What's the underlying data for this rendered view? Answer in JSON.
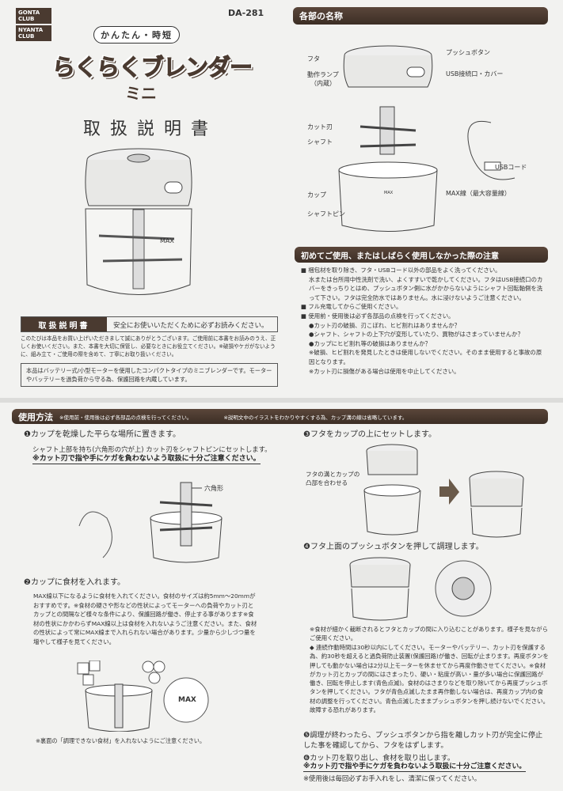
{
  "cover": {
    "logo1": "GONTA CLUB",
    "logo2": "NYANTA CLUB",
    "model": "DA-281",
    "tagline": "かんたん・時短",
    "product": "らくらくブレンダー",
    "product_sub": "ミニ",
    "doc_title": "取扱説明書",
    "max_label": "MAX",
    "manual_tag": "取扱説明書",
    "manual_note": "安全にお使いいただくために必ずお読みください。",
    "intro": "このたびは本品をお買い上げいただきまして誠にありがとうございます。ご使用前に本書をお読みのうえ、正しくお使いください。また、本書を大切に保管し、必要なときにお役立てください。※破損やケガがないように、組み立て・ご使用の際を含めて、丁寧にお取り扱いください。",
    "summary": "本品はバッテリー式/小型モーターを使用したコンパクトタイプのミニブレンダーです。モーターやバッテリーを過負荷から守る為、保護回路を内蔵しています。"
  },
  "parts": {
    "title": "各部の名称",
    "labels": {
      "lid": "フタ",
      "lamp": "動作ランプ",
      "lamp_sub": "（内蔵）",
      "button": "プッシュボタン",
      "usb_port": "USB接続口・カバー",
      "blade": "カット刃",
      "shaft": "シャフト",
      "usb_cord": "USBコード",
      "cup": "カップ",
      "max_line": "MAX線（最大容量線）",
      "shaft_pin": "シャフトピン",
      "max_small": "MAX"
    }
  },
  "first_use": {
    "title": "初めてご使用、またはしばらく使用しなかった際の注意",
    "items": [
      "■ 梱包材を取り除き、フタ・USBコード以外の部品をよく洗ってください。",
      "水または台所用中性洗剤で洗い、よくすすいで乾かしてください。フタはUSB接続口のカバーをきっちりとはめ、プッシュボタン側に水がかからないようにシャフト回転軸側を洗って下さい。フタは完全防水ではありません。水に浸けないようご注意ください。",
      "■ フル充電してからご使用ください。",
      "■ 使用前・使用後は必ず各部品の点検を行ってください。"
    ],
    "checks": [
      "●カット刃の破損、刃こぼれ、ヒビ割れはありませんか？",
      "●シャフト、シャフトの上下穴が変形していたり、異物がはさまっていませんか？",
      "●カップにヒビ割れ等の破損はありませんか？"
    ],
    "notes": [
      "※破損、ヒビ割れを発見したときは使用しないでください。そのまま使用すると事故の原因となります。",
      "※カット刃に損傷がある場合は使用を中止してください。"
    ]
  },
  "usage": {
    "title": "使用方法",
    "note1": "※使用前・使用後は必ず各部品の点検を行ってください。",
    "note2": "※説明文中のイラストをわかりやすくする為、カップ溝の線は省略しています。",
    "step1": "❶カップを乾燥した平らな場所に置きます。",
    "step1_text": "シャフト上部を持ち(六角形の穴が上) カット刃をシャフトピンにセットします。",
    "step1_warn": "※カット刃で指や手にケガを負わないよう取扱に十分ご注意ください。",
    "hex_label": "六角形",
    "step2": "❷カップに食材を入れます。",
    "step2_text": "MAX線以下になるように食材を入れてください。食材のサイズは約5mm〜20mmがおすすめです。※食材の硬さや形などの性状によってモーターへの負荷やカット刃とカップとの間隔など様々な条件により、保護回路が働き、停止する事があります※食材の性状にかかわらずMAX線以上は食材を入れないようご注意ください。また、食材の性状によって常にMAX線まで入れられない場合があります。少量から少しづつ量を増やして様子を見てください。",
    "max_callout": "MAX",
    "step2_note": "※裏面の「調理できない食材」を入れないようにご注意ください。",
    "step3": "❸フタをカップの上にセットします。",
    "align_label": "フタの溝とカップの凸部を合わせる",
    "step4": "❹フタ上面のプッシュボタンを押して調理します。",
    "step4_note": "※食材が細かく裁断されるとフタとカップの間に入り込むことがあります。様子を見ながらご使用ください。",
    "continuous": "◆ 連続作動時間は30秒以内にしてください。モーターやバッテリー、カット刃を保護する為、約30秒を超えると過負荷防止装置(保護回路)が働き、回転が止まります。再度ボタンを押しても動かない場合は2分以上モーターを休ませてから再度作動させてください。※食材がカット刃とカップの間にはさまったり、硬い・粘度が高い・量が多い場合に保護回路が働き、回転を停止します(青色点滅)。食材のはさまりなどを取り除いてから再度プッシュボタンを押してください。フタが青色点滅したまま再作動しない場合は、再度カップ内の食材の調整を行ってください。青色点滅したままプッシュボタンを押し続けないでください。故障する恐れがあります。",
    "step5": "❺調理が終わったら、プッシュボタンから指を離しカット刃が完全に停止した事を確認してから、フタをはずします。",
    "step6": "❻カット刃を取り出し、食材を取り出します。",
    "final_warn": "※カット刃で指や手にケガを負わないよう取扱に十分ご注意ください。",
    "final_note": "※使用後は毎回必ずお手入れをし、清潔に保ってください。"
  }
}
